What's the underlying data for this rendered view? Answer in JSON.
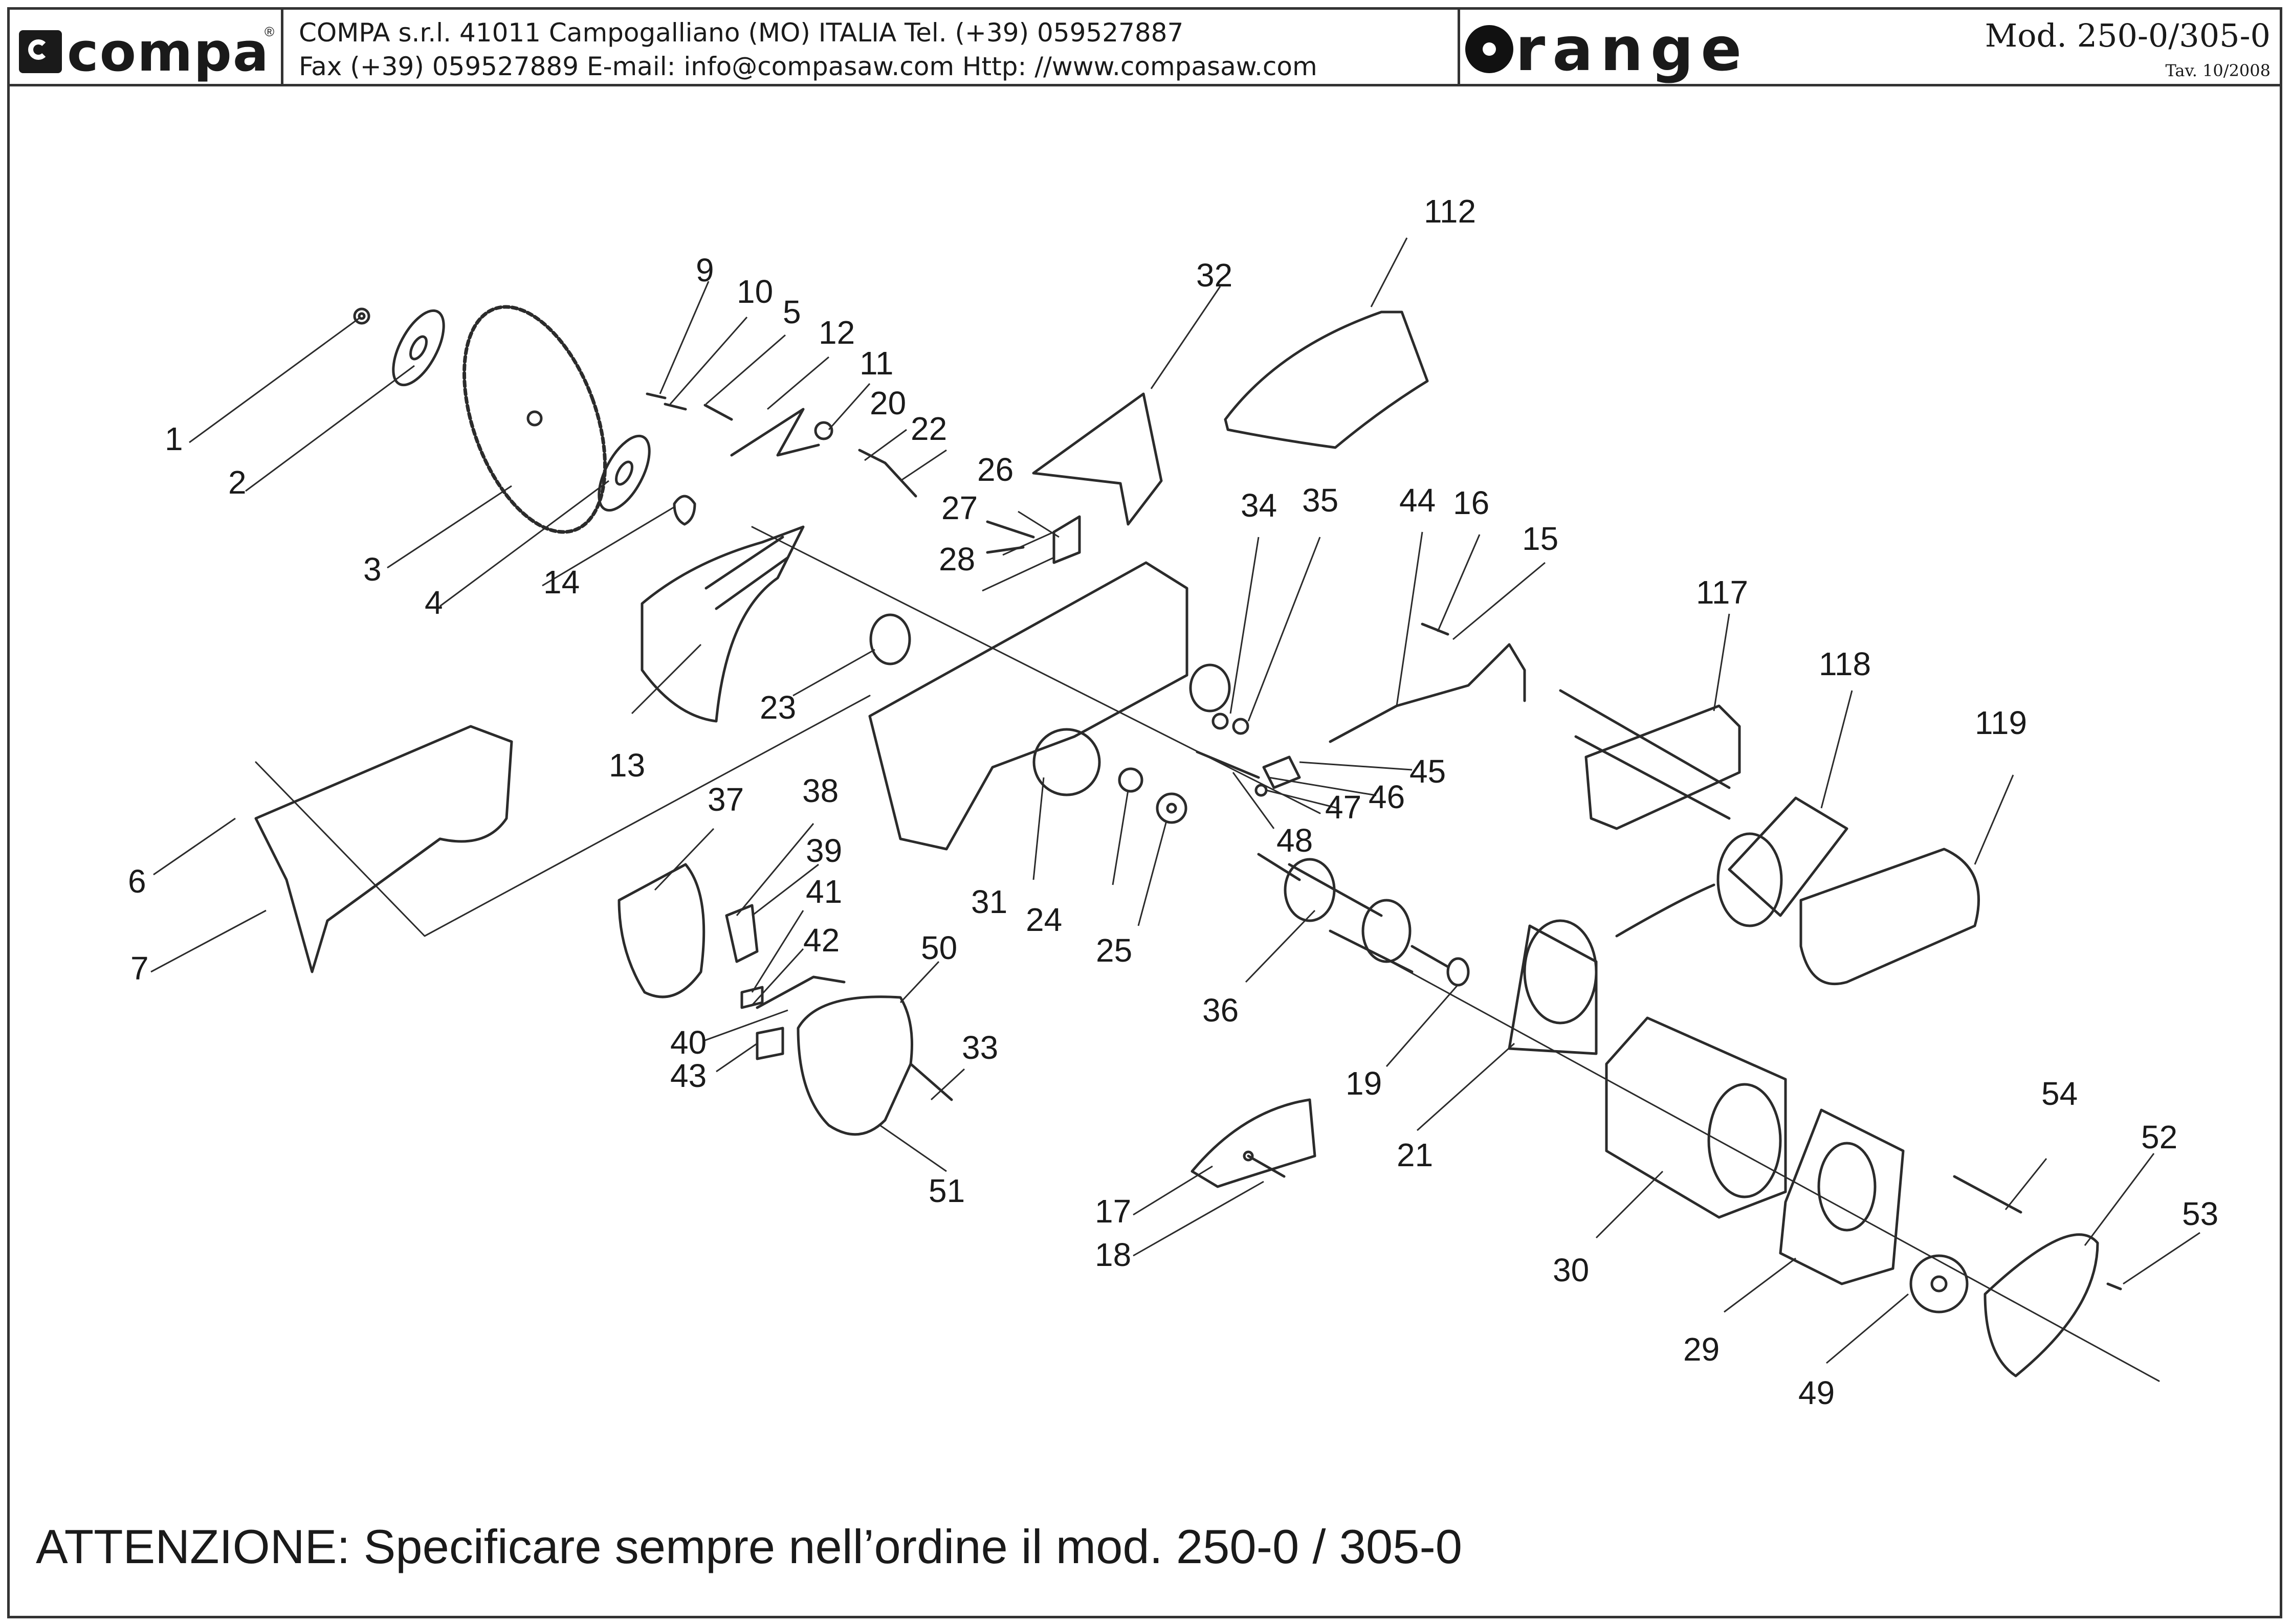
{
  "header": {
    "logo_text": "compa",
    "logo_reg": "®",
    "address_line1": "COMPA s.r.l. 41011 Campogalliano (MO) ITALIA Tel. (+39) 059527887",
    "address_line2": "Fax (+39) 059527889 E-mail: info@compasaw.com Http: //www.compasaw.com",
    "brand_text": "range",
    "model": "Mod. 250-0/305-0",
    "table_ref": "Tav. 10/2008"
  },
  "parts": [
    "1",
    "2",
    "3",
    "4",
    "5",
    "6",
    "7",
    "9",
    "10",
    "11",
    "12",
    "13",
    "14",
    "15",
    "16",
    "17",
    "18",
    "19",
    "20",
    "21",
    "22",
    "23",
    "24",
    "25",
    "26",
    "27",
    "28",
    "29",
    "30",
    "31",
    "32",
    "33",
    "34",
    "35",
    "36",
    "37",
    "38",
    "39",
    "40",
    "41",
    "42",
    "43",
    "44",
    "45",
    "46",
    "47",
    "48",
    "49",
    "50",
    "51",
    "52",
    "53",
    "54",
    "112",
    "117",
    "118",
    "119"
  ],
  "note": "ATTENZIONE: Specificare sempre nell’ordine il mod. 250-0 / 305-0"
}
